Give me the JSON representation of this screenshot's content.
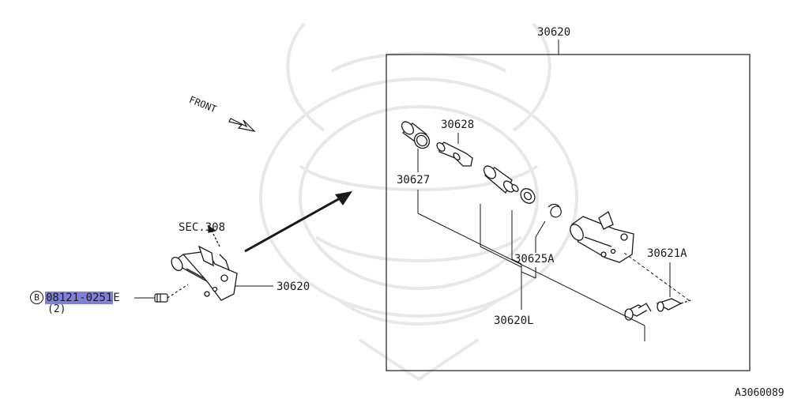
{
  "diagram": {
    "assembly_ref_top": "30620",
    "assembly_ref_left": "30620",
    "front_label": "FRONT",
    "section_ref": "SEC.308",
    "bolt": {
      "callout_letter": "B",
      "part_number": "08121-0251",
      "suffix": "E",
      "quantity": "(2)"
    },
    "parts": {
      "p30628": "30628",
      "p30627": "30627",
      "p30625A": "30625A",
      "p30621A": "30621A",
      "p30620L": "30620L"
    },
    "figure_code": "A3060089"
  },
  "colors": {
    "line": "#1a1a1a",
    "watermark": "#e6e6e6",
    "highlight": "#8080d8"
  }
}
